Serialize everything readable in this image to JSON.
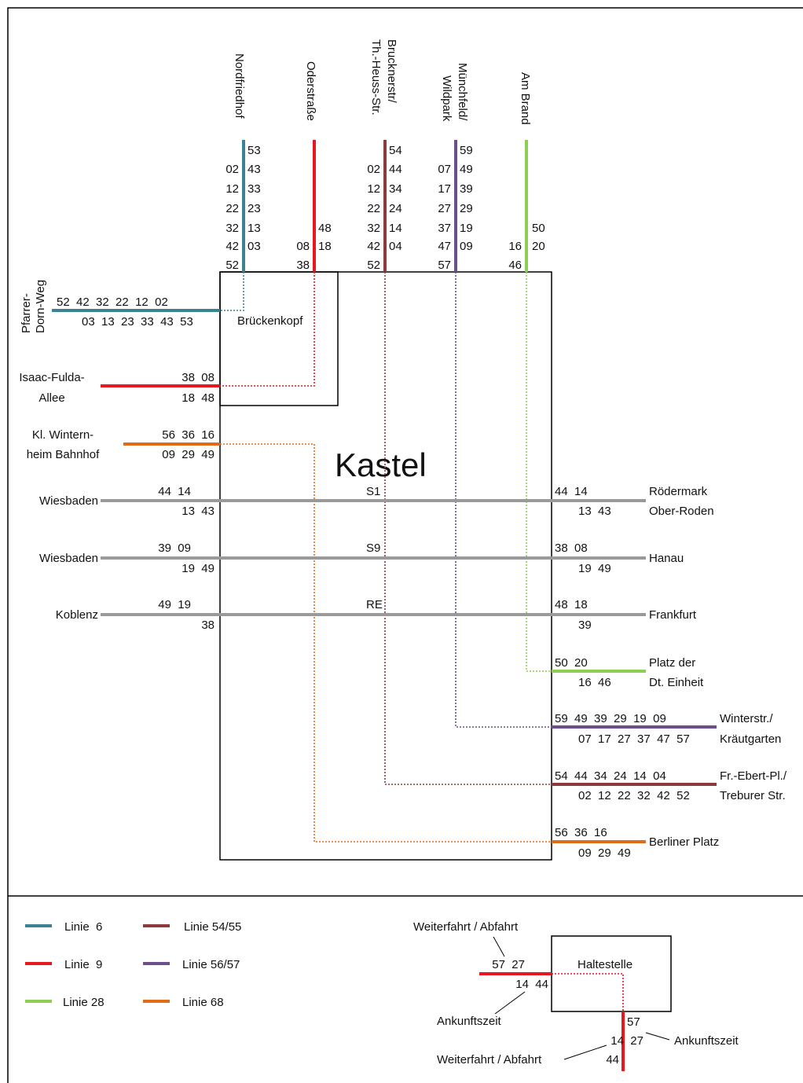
{
  "colors": {
    "linie6": "#3a8393",
    "linie9": "#e8171d",
    "linie28": "#8fce55",
    "linie54": "#8c3a3a",
    "linie56": "#6b4f8b",
    "linie68": "#e06c1a",
    "rail": "#9a9a9a",
    "frame": "#000000"
  },
  "hub": {
    "title": "Kastel",
    "subhub_label": "Brückenkopf"
  },
  "top_stops": [
    {
      "lines": [
        "Nordfriedhof"
      ],
      "left_times": [
        "02",
        "12",
        "22",
        "32",
        "42",
        "52"
      ],
      "right_times": [
        "53",
        "43",
        "33",
        "23",
        "13",
        "03"
      ],
      "color": "linie6"
    },
    {
      "lines": [
        "Oderstraße"
      ],
      "left_times": [
        "08",
        "38"
      ],
      "right_times": [
        "48",
        "18"
      ],
      "color": "linie9"
    },
    {
      "lines": [
        "Brucknerstr/",
        "Th.-Heuss-Str."
      ],
      "left_times": [
        "02",
        "12",
        "22",
        "32",
        "42",
        "52"
      ],
      "right_times": [
        "54",
        "44",
        "34",
        "24",
        "14",
        "04"
      ],
      "color": "linie54"
    },
    {
      "lines": [
        "Münchfeld/",
        "Wildpark"
      ],
      "left_times": [
        "07",
        "17",
        "27",
        "37",
        "47",
        "57"
      ],
      "right_times": [
        "59",
        "49",
        "39",
        "29",
        "19",
        "09"
      ],
      "color": "linie56"
    },
    {
      "lines": [
        "Am Brand"
      ],
      "left_times": [
        "16",
        "46"
      ],
      "right_times": [
        "50",
        "20"
      ],
      "color": "linie28"
    }
  ],
  "left_stops": [
    {
      "lines": [
        "Pfarrer-",
        "Dorn-Weg"
      ],
      "top_times": "52  42  32  22  12  02",
      "bottom_times": "03  13  23  33  43  53",
      "color": "linie6"
    },
    {
      "lines": [
        "Isaac-Fulda-",
        "Allee"
      ],
      "top_times": "38  08",
      "bottom_times": "18  48",
      "color": "linie9"
    },
    {
      "lines": [
        "Kl. Wintern-",
        "heim Bahnhof"
      ],
      "top_times": "56  36  16",
      "bottom_times": "09  29  49",
      "color": "linie68"
    },
    {
      "lines": [
        "Wiesbaden"
      ],
      "top_times": "44  14",
      "bottom_times": "13  43",
      "color": "rail"
    },
    {
      "lines": [
        "Wiesbaden"
      ],
      "top_times": "39  09",
      "bottom_times": "19  49",
      "color": "rail"
    },
    {
      "lines": [
        "Koblenz"
      ],
      "top_times": "49  19",
      "bottom_times": "38",
      "color": "rail"
    }
  ],
  "rail_lines": [
    "S1",
    "S9",
    "RE"
  ],
  "right_stops": [
    {
      "lines": [
        "Rödermark",
        "Ober-Roden"
      ],
      "top_times": "44  14",
      "bottom_times": "13  43",
      "color": "rail"
    },
    {
      "lines": [
        "Hanau"
      ],
      "top_times": "38  08",
      "bottom_times": "19  49",
      "color": "rail"
    },
    {
      "lines": [
        "Frankfurt"
      ],
      "top_times": "48  18",
      "bottom_times": "39",
      "color": "rail"
    },
    {
      "lines": [
        "Platz der",
        "Dt. Einheit"
      ],
      "top_times": "50  20",
      "bottom_times": "16  46",
      "color": "linie28"
    },
    {
      "lines": [
        "Winterstr./",
        "Kräutgarten"
      ],
      "top_times": "59  49  39  29  19  09",
      "bottom_times": "07  17  27  37  47  57",
      "color": "linie56"
    },
    {
      "lines": [
        "Fr.-Ebert-Pl./",
        "Treburer Str."
      ],
      "top_times": "54  44  34  24  14  04",
      "bottom_times": "02  12  22  32  42  52",
      "color": "linie54"
    },
    {
      "lines": [
        "Berliner Platz"
      ],
      "top_times": "56  36  16",
      "bottom_times": "09  29  49",
      "color": "linie68"
    }
  ],
  "legend": [
    {
      "label": "Linie  6",
      "color": "linie6"
    },
    {
      "label": "Linie  9",
      "color": "linie9"
    },
    {
      "label": "Linie 28",
      "color": "linie28"
    },
    {
      "label": "Linie 54/55",
      "color": "linie54"
    },
    {
      "label": "Linie 56/57",
      "color": "linie56"
    },
    {
      "label": "Linie 68",
      "color": "linie68"
    }
  ],
  "example": {
    "stop_label": "Haltestelle",
    "departure_label_top": "Weiterfahrt / Abfahrt",
    "departure_label_bottom": "Weiterfahrt / Abfahrt",
    "arrival_label_left": "Ankunftszeit",
    "arrival_label_right": "Ankunftszeit",
    "h_top_times": "57  27",
    "h_bottom_times": "14  44",
    "v_right_time": "57",
    "v_mid_times": "14  27",
    "v_bottom_time": "44"
  }
}
